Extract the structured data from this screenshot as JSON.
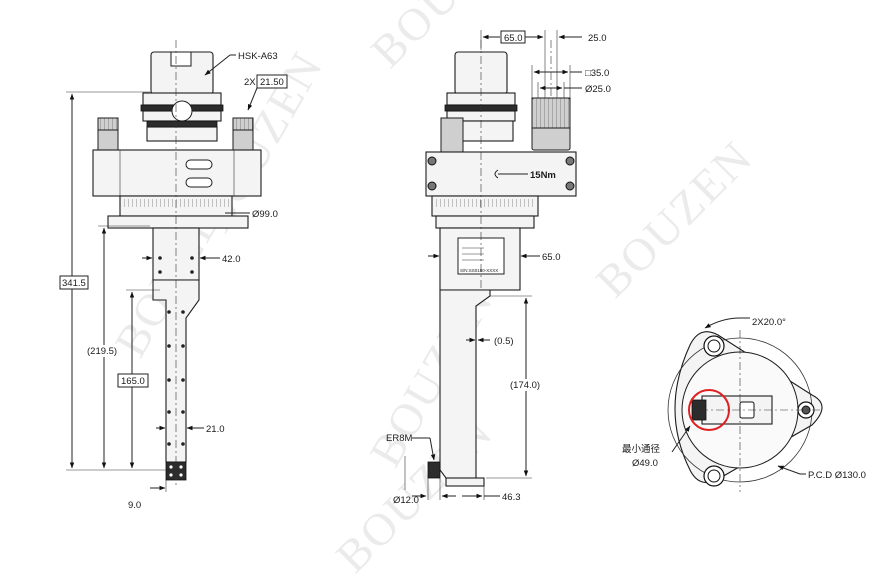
{
  "watermark": "BOUZEN",
  "front_view": {
    "holder_label": "HSK-A63",
    "collar_qty": "2X",
    "collar_dim": "21.50",
    "body_dia": "Ø99.0",
    "arm_width": "42.0",
    "overall_length": "341.5",
    "ref_length": "(219.5)",
    "arm_length": "165.0",
    "nose_width": "21.0",
    "tip_width": "9.0"
  },
  "side_view": {
    "offset": "65.0",
    "spindle_offset": "25.0",
    "square_size": "□35.0",
    "spindle_dia": "Ø25.0",
    "torque": "15Nm",
    "body_width": "65.0",
    "clearance": "(0.5)",
    "reach": "(174.0)",
    "collet": "ER8M",
    "collet_dia": "Ø12.0",
    "tip_offset": "46.3",
    "plate_line1": "S/N:SS0180-XXXX"
  },
  "top_view": {
    "angle": "2X20.0°",
    "min_dia_label": "最小通径",
    "min_dia": "Ø49.0",
    "pcd": "P.C.D Ø130.0"
  },
  "colors": {
    "highlight": "#e02020",
    "watermark": "#b8b8b8"
  }
}
